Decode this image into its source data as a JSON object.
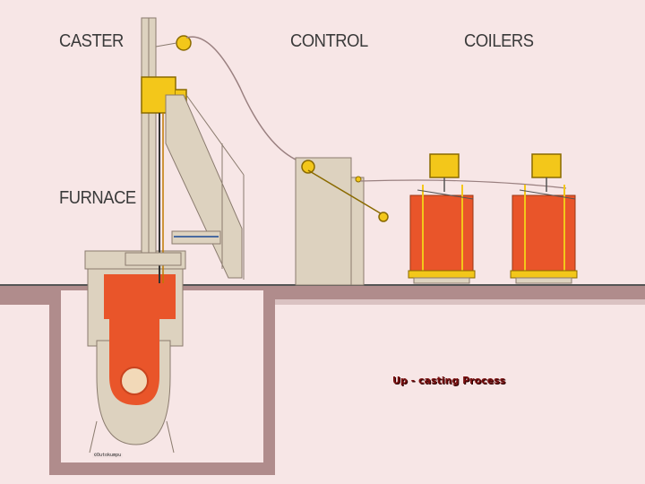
{
  "labels": {
    "caster": "CASTER",
    "control": "CONTROL",
    "coilers": "COILERS",
    "furnace": "FURNACE"
  },
  "caption": "Up - casting Process",
  "credit": "©Outokumpu",
  "colors": {
    "background": "#f7e6e6",
    "floor": "#b08c8c",
    "pit_fill": "#f7e6e6",
    "furnace_body": "#ddd2bf",
    "molten_metal": "#e9552a",
    "caster_head": "#f3c71a",
    "coiler_box": "#f3c71a",
    "cable": "#9a8080"
  }
}
